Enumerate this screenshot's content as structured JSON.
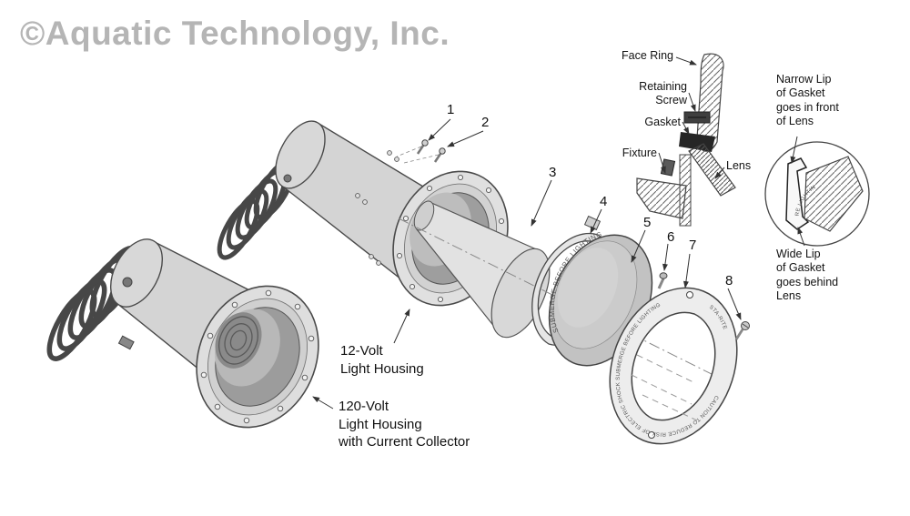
{
  "watermark": "©Aquatic Technology, Inc.",
  "callouts": {
    "n1": "1",
    "n2": "2",
    "n3": "3",
    "n4": "4",
    "n5": "5",
    "n6": "6",
    "n7": "7",
    "n8": "8"
  },
  "housing_labels": {
    "volt12": "12-Volt\nLight Housing",
    "volt120": "120-Volt\nLight Housing\nwith Current Collector"
  },
  "section_labels": {
    "face_ring": "Face Ring",
    "retaining_screw": "Retaining\nScrew",
    "gasket": "Gasket",
    "fixture": "Fixture",
    "lens": "Lens"
  },
  "inset_labels": {
    "narrow_lip": "Narrow Lip\nof Gasket\ngoes in front\nof Lens",
    "wide_lip": "Wide Lip\nof Gasket\ngoes behind\nLens"
  },
  "engravings": {
    "lens_text": "SUBMERGE BEFORE LIGHTING",
    "face_ring_brand": "STA-RITE",
    "face_ring_caution": "CAUTION TO REDUCE RISK OF ELECTRIC SHOCK SUBMERGE BEFORE LIGHTING",
    "inset_lens_text": "RE LIGHTIN"
  },
  "colors": {
    "line": "#444444",
    "watermark": "#b5b5b5",
    "metal_light": "#dcdcdc",
    "metal_mid": "#c0c0c0",
    "metal_dark": "#8f8f8f"
  }
}
